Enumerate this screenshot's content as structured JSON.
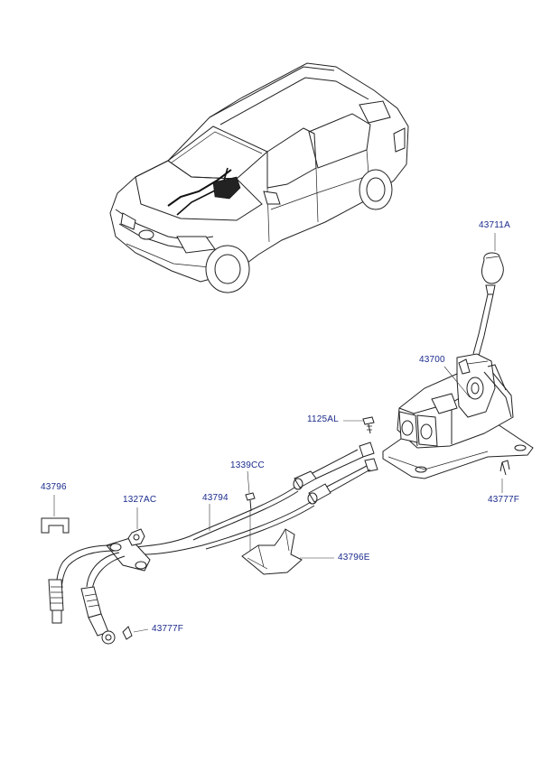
{
  "parts": [
    {
      "id": "knob",
      "label": "43711A"
    },
    {
      "id": "shift-lever-assy",
      "label": "43700"
    },
    {
      "id": "bolt-1125",
      "label": "1125AL"
    },
    {
      "id": "clip-lever",
      "label": "43777F"
    },
    {
      "id": "screw-1339",
      "label": "1339CC"
    },
    {
      "id": "cable-assy",
      "label": "43794"
    },
    {
      "id": "nut-1327",
      "label": "1327AC"
    },
    {
      "id": "clip-43796",
      "label": "43796"
    },
    {
      "id": "bracket-43796E",
      "label": "43796E"
    },
    {
      "id": "clip-cable-end",
      "label": "43777F"
    }
  ]
}
